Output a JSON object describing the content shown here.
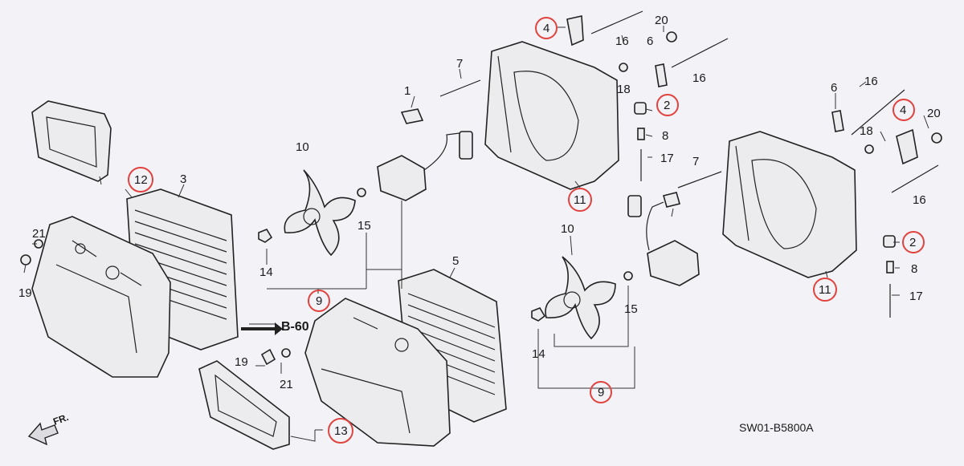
{
  "diagram": {
    "part_numbers": [
      "1",
      "2",
      "3",
      "4",
      "5",
      "6",
      "7",
      "8",
      "9",
      "10",
      "11",
      "12",
      "13",
      "14",
      "15",
      "16",
      "17",
      "18",
      "19",
      "20",
      "21"
    ],
    "circled_numbers": [
      "2",
      "4",
      "9",
      "11",
      "12",
      "13"
    ],
    "reference_label": "B-60",
    "direction_label": "FR.",
    "drawing_code": "SW01-B5800A"
  },
  "colors": {
    "highlight_circle": "#e0433f",
    "line": "#222222",
    "background": "#f3f2f6"
  }
}
